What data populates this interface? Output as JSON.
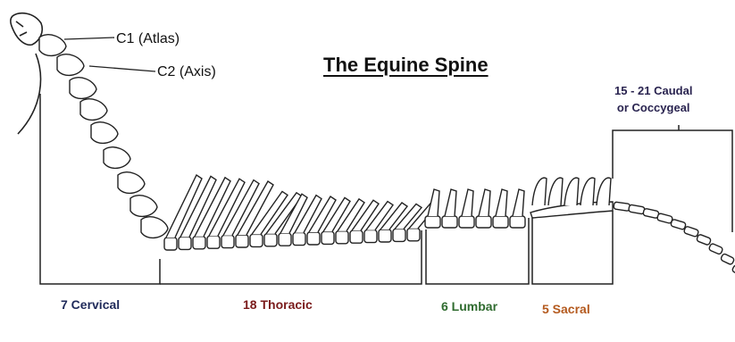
{
  "title": "The Equine Spine",
  "callouts": {
    "c1": "C1  (Atlas)",
    "c2": "C2  (Axis)"
  },
  "regions": {
    "cervical": "7 Cervical",
    "thoracic": "18 Thoracic",
    "lumbar": "6 Lumbar",
    "sacral": "5 Sacral",
    "caudal_line1": "15 - 21 Caudal",
    "caudal_line2": "or Coccygeal"
  },
  "colors": {
    "cervical": "#1f2a5a",
    "thoracic": "#7a1a1a",
    "lumbar": "#2f6b2f",
    "sacral": "#b45a1e",
    "caudal": "#2a2450",
    "line": "#222222"
  }
}
